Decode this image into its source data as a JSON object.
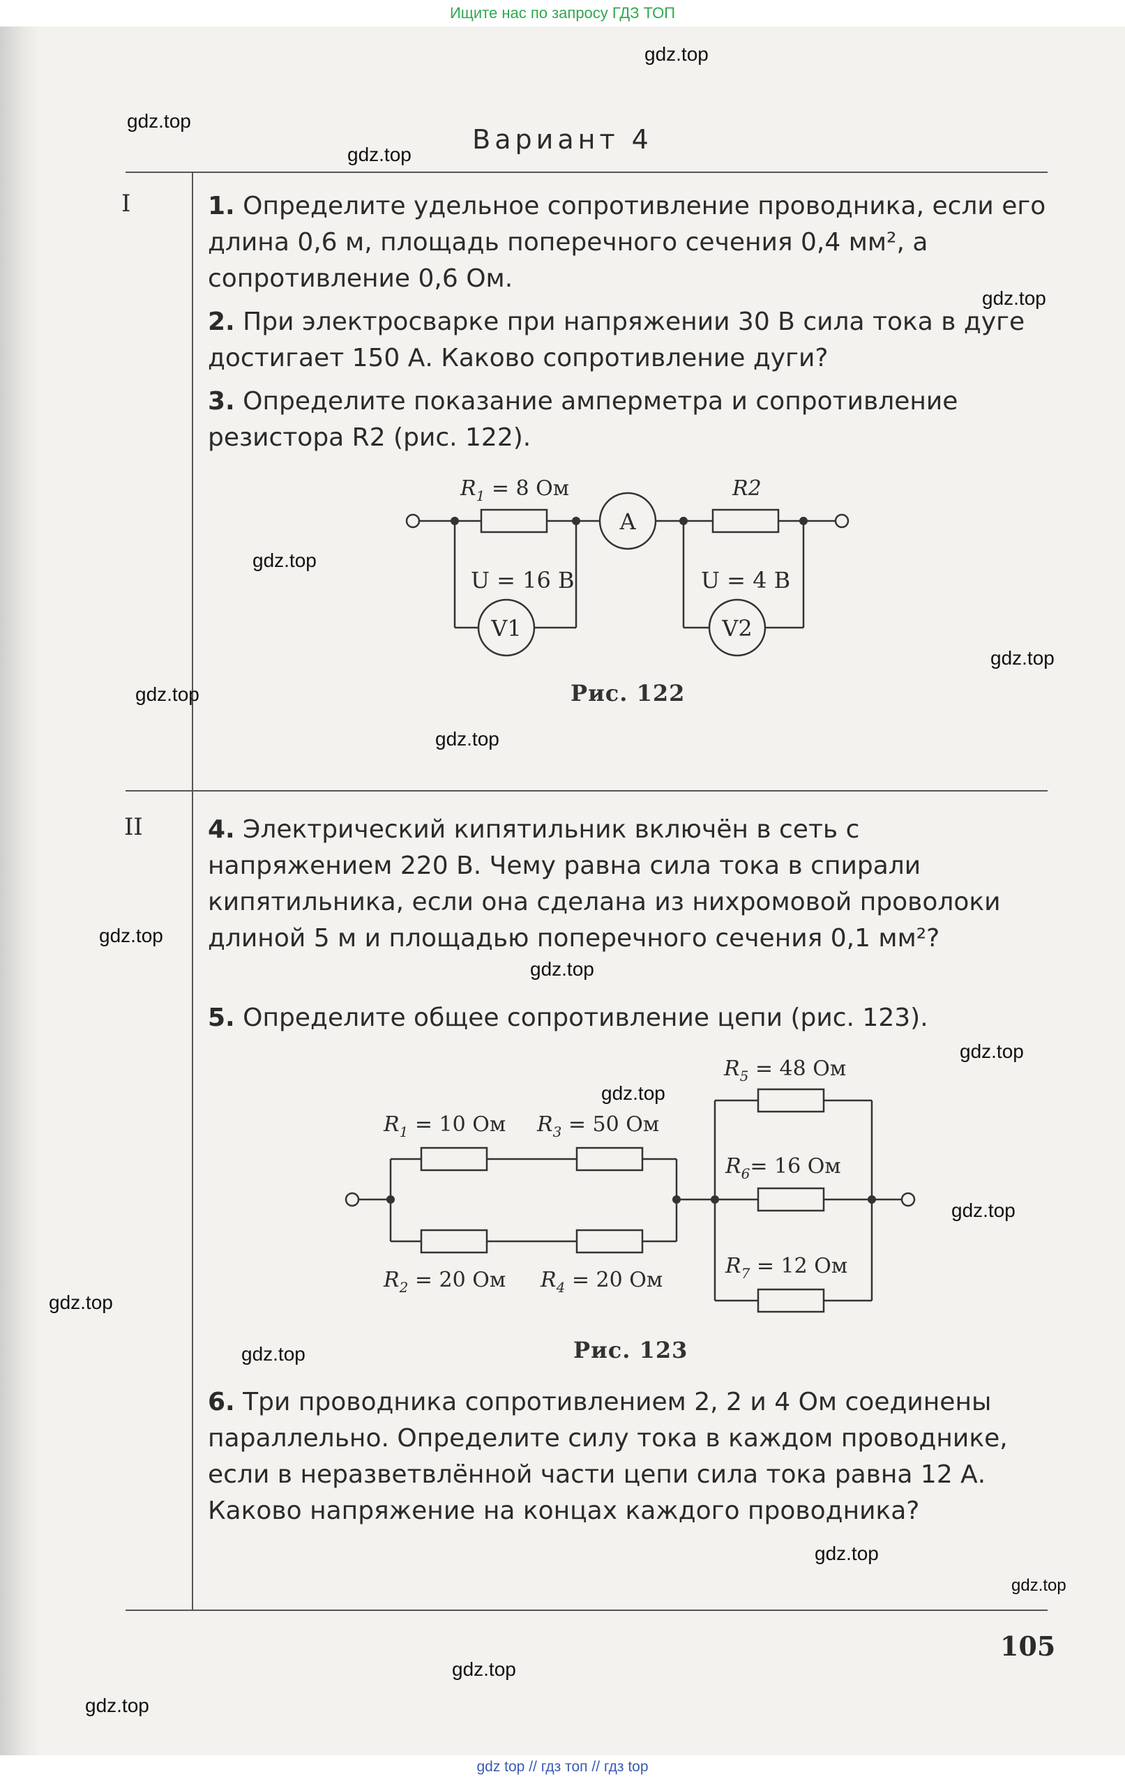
{
  "banners": {
    "top": "Ищите нас по запросу ГДЗ ТОП",
    "bottom": "gdz top  //  гдз топ  //  гдз top"
  },
  "watermark": "gdz.top",
  "title": "Вариант 4",
  "sections": {
    "one": "I",
    "two": "II"
  },
  "tasks": {
    "t1": {
      "num": "1.",
      "text": " Определите удельное сопротивление проводника, если его длина 0,6 м, площадь поперечного сечения 0,4 мм², а сопротивление 0,6 Ом."
    },
    "t2": {
      "num": "2.",
      "text": " При электросварке при напряжении 30 В сила тока в дуге достигает 150 А. Каково сопротивление дуги?"
    },
    "t3": {
      "num": "3.",
      "text": " Определите показание амперметра и сопротивление резистора R2 (рис. 122)."
    },
    "t4": {
      "num": "4.",
      "text": " Электрический кипятильник включён в сеть с напряжением 220 В. Чему равна сила тока в спирали кипятильника, если она сделана из нихромовой проволоки длиной 5 м и площадью поперечного сечения 0,1 мм²?"
    },
    "t5": {
      "num": "5.",
      "text": " Определите общее сопротивление цепи (рис. 123)."
    },
    "t6": {
      "num": "6.",
      "text": " Три проводника сопротивлением 2, 2 и 4 Ом соединены параллельно. Определите силу тока в каждом проводнике, если в неразветвлённой части цепи сила тока равна 12 А. Каково напряжение на концах каждого проводника?"
    }
  },
  "fig122": {
    "caption": "Рис. 122",
    "r1": "R",
    "r1_sub": "1",
    "r1_val": " = 8 Ом",
    "r2": "R2",
    "ammeter": "A",
    "u1": "U = 16 В",
    "u2": "U = 4 В",
    "v1": "V1",
    "v2": "V2"
  },
  "fig123": {
    "caption": "Рис. 123",
    "r1": "R",
    "r1_sub": "1",
    "r1_val": " = 10 Ом",
    "r2": "R",
    "r2_sub": "2",
    "r2_val": " = 20 Ом",
    "r3": "R",
    "r3_sub": "3",
    "r3_val": " = 50 Ом",
    "r4": "R",
    "r4_sub": "4",
    "r4_val": " = 20 Ом",
    "r5": "R",
    "r5_sub": "5",
    "r5_val": " = 48 Ом",
    "r6": "R",
    "r6_sub": "6",
    "r6_val": "= 16 Ом",
    "r7": "R",
    "r7_sub": "7",
    "r7_val": " = 12 Ом"
  },
  "page_number": "105"
}
